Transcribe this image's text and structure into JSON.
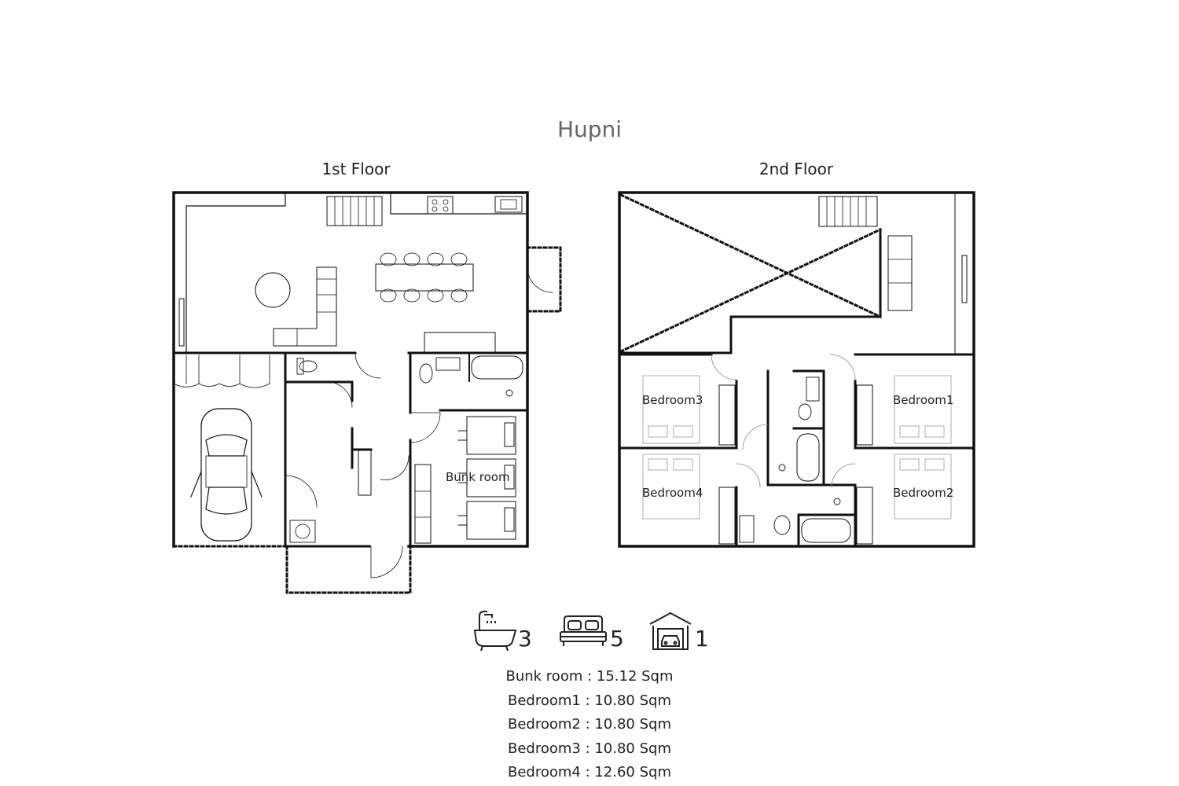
{
  "title": "Hupni",
  "floors": [
    {
      "label": "1st Floor",
      "rooms": [
        {
          "name": "Bunk room"
        }
      ]
    },
    {
      "label": "2nd Floor",
      "rooms": [
        {
          "name": "Bedroom3"
        },
        {
          "name": "Bedroom1"
        },
        {
          "name": "Bedroom4"
        },
        {
          "name": "Bedroom2"
        }
      ]
    }
  ],
  "stats": {
    "bathrooms": {
      "icon": "bathtub-icon",
      "count": "3"
    },
    "bedrooms": {
      "icon": "bed-icon",
      "count": "5"
    },
    "garage": {
      "icon": "garage-icon",
      "count": "1"
    }
  },
  "areas": [
    "Bunk room : 15.12 Sqm",
    "Bedroom1 : 10.80 Sqm",
    "Bedroom2 : 10.80 Sqm",
    "Bedroom3 : 10.80 Sqm",
    "Bedroom4 : 12.60 Sqm"
  ]
}
